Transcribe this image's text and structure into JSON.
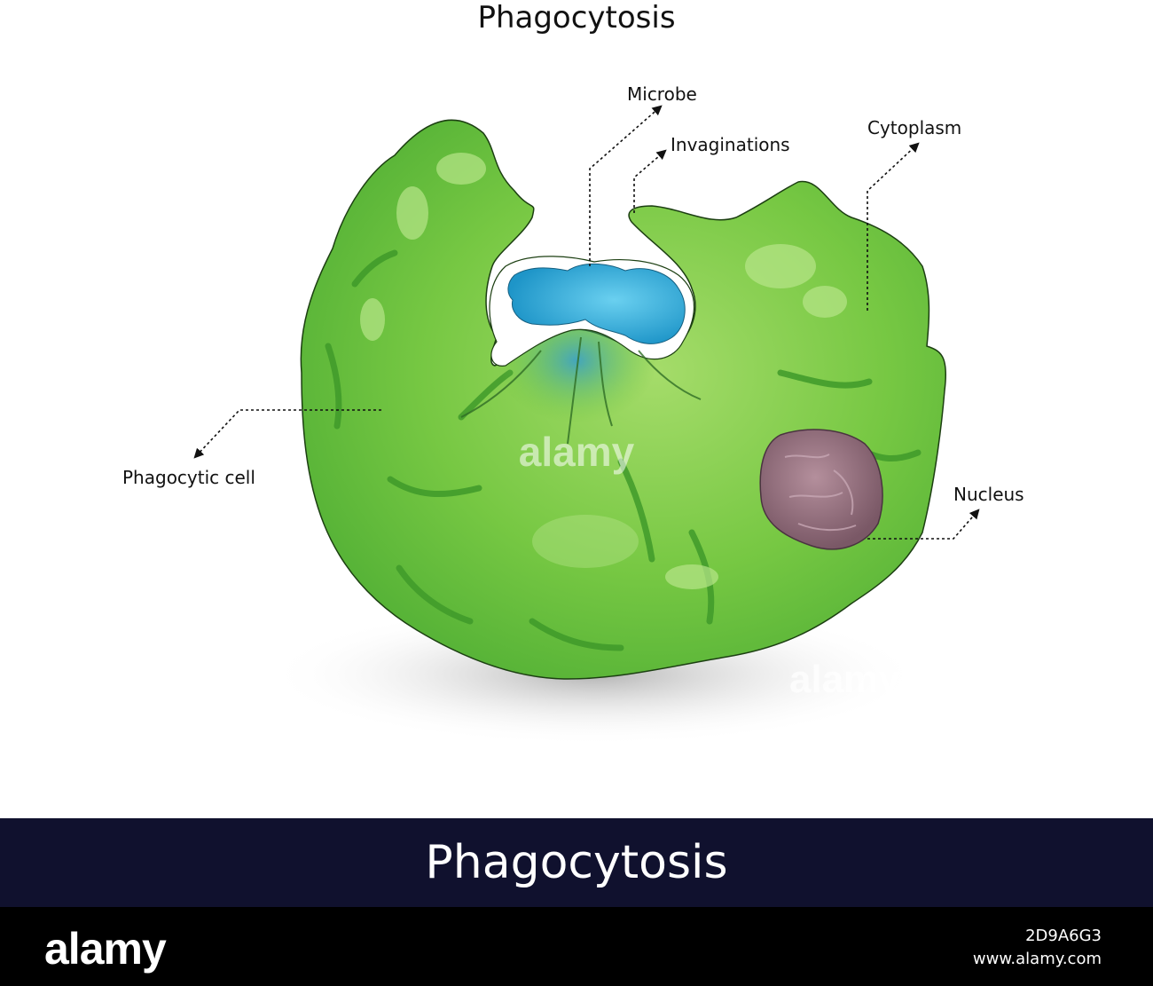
{
  "title": "Phagocytosis",
  "labels": {
    "microbe": "Microbe",
    "invaginations": "Invaginations",
    "cytoplasm": "Cytoplasm",
    "phagocytic_cell": "Phagocytic cell",
    "nucleus": "Nucleus"
  },
  "watermark": "alamy",
  "banner": {
    "title": "Phagocytosis"
  },
  "footer": {
    "brand": "alamy",
    "image_id": "2D9A6G3",
    "url": "www.alamy.com"
  },
  "colors": {
    "cell_green": "#6cc63a",
    "cell_dark_green": "#3f9a2a",
    "microbe_blue": "#2aa8d8",
    "nucleus_purple": "#8d6b7a",
    "banner_bg": "#10112e",
    "footer_bg": "#000000"
  }
}
